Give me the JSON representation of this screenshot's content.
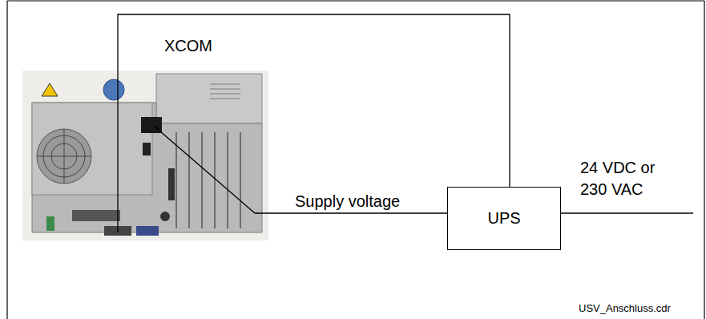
{
  "diagram": {
    "nodes": [
      {
        "text": [
          "UPS"
        ]
      }
    ],
    "labels": [
      "XCOM",
      "Supply voltage",
      "24 VDC or 230 VAC",
      "USV_Anschluss.cdr"
    ]
  }
}
